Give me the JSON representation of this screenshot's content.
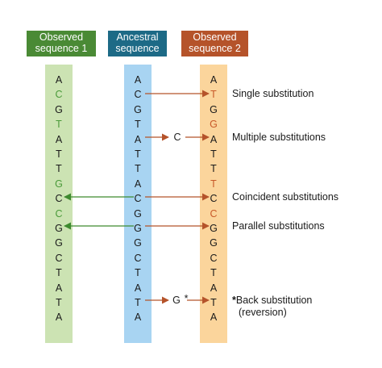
{
  "headers": {
    "observed1": {
      "line1": "Observed",
      "line2": "sequence 1"
    },
    "ancestral": {
      "line1": "Ancestral",
      "line2": "sequence"
    },
    "observed2": {
      "line1": "Observed",
      "line2": "sequence 2"
    }
  },
  "colors": {
    "observed1_header": "#4a8a35",
    "ancestral_header": "#1d6a86",
    "observed2_header": "#b5532a",
    "observed1_column": "#cce3b3",
    "ancestral_column": "#a8d4f2",
    "observed2_column": "#fbd59c",
    "green_text": "#4a9a3a",
    "red_text": "#c85a2a",
    "green_arrow": "#3d8a2f",
    "red_arrow": "#b5532a"
  },
  "sequences": {
    "observed1": [
      "A",
      "C",
      "G",
      "T",
      "A",
      "T",
      "T",
      "G",
      "C",
      "C",
      "G",
      "G",
      "C",
      "T",
      "A",
      "T",
      "A"
    ],
    "ancestral": [
      "A",
      "C",
      "G",
      "T",
      "A",
      "T",
      "T",
      "A",
      "C",
      "G",
      "G",
      "G",
      "C",
      "T",
      "A",
      "T",
      "A"
    ],
    "observed2": [
      "A",
      "T",
      "G",
      "G",
      "A",
      "T",
      "T",
      "T",
      "C",
      "C",
      "G",
      "G",
      "C",
      "T",
      "A",
      "T",
      "A"
    ]
  },
  "highlights": {
    "observed1": [
      1,
      3,
      7,
      9
    ],
    "observed2": [
      1,
      3,
      7,
      9
    ]
  },
  "intermediates": {
    "multiple": "C",
    "back": "G",
    "back_star": "*"
  },
  "annotations": {
    "single": "Single substitution",
    "multiple": "Multiple substitutions",
    "coincident": "Coincident substitutions",
    "parallel": "Parallel substitutions",
    "back_star": "*",
    "back_line1": "Back substitution",
    "back_line2": "(reversion)"
  }
}
